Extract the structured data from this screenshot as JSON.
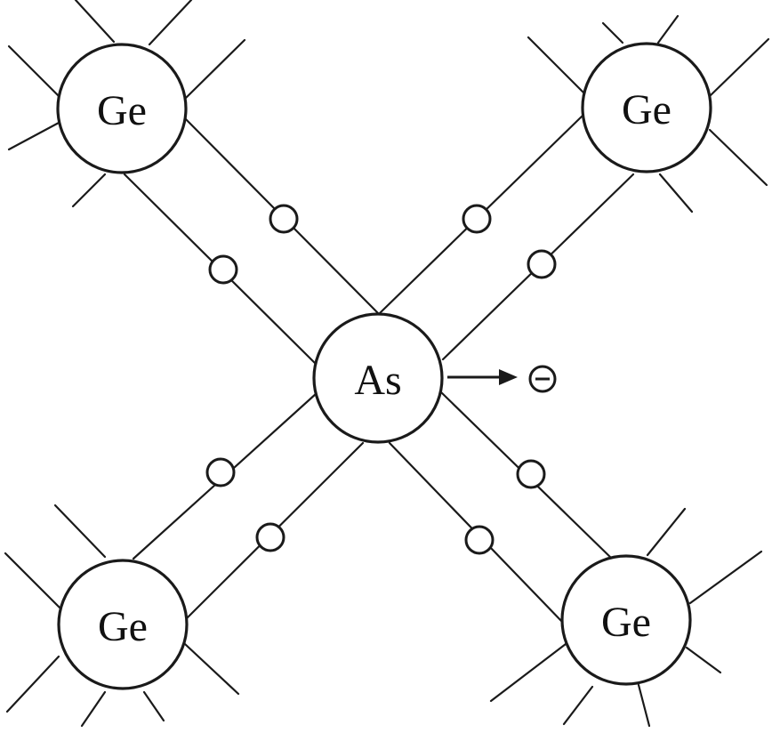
{
  "diagram": {
    "center_atom": {
      "label": "As"
    },
    "corner_atoms": [
      {
        "label": "Ge"
      },
      {
        "label": "Ge"
      },
      {
        "label": "Ge"
      },
      {
        "label": "Ge"
      }
    ],
    "free_electron": {
      "symbol": "minus-sign-in-circle"
    },
    "colors": {
      "line": "#1a1a1a",
      "background": "#ffffff"
    }
  }
}
